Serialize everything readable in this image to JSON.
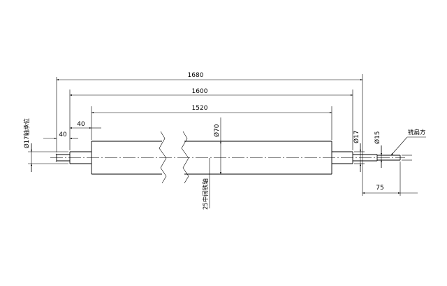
{
  "dimensions": {
    "overall_length": "1680",
    "roller_span": "1600",
    "drum_length": "1520",
    "left_step_1": "40",
    "left_step_2": "40",
    "drum_diameter": "Ø70",
    "shaft_diameter_right": "Ø17",
    "flat_end_diameter": "Ø15",
    "flat_end_length": "75",
    "bearing_seat": "Ø17轴承位"
  },
  "notes": {
    "middle_shaft": "25中间铁轴",
    "flat_end": "铣扁方"
  }
}
